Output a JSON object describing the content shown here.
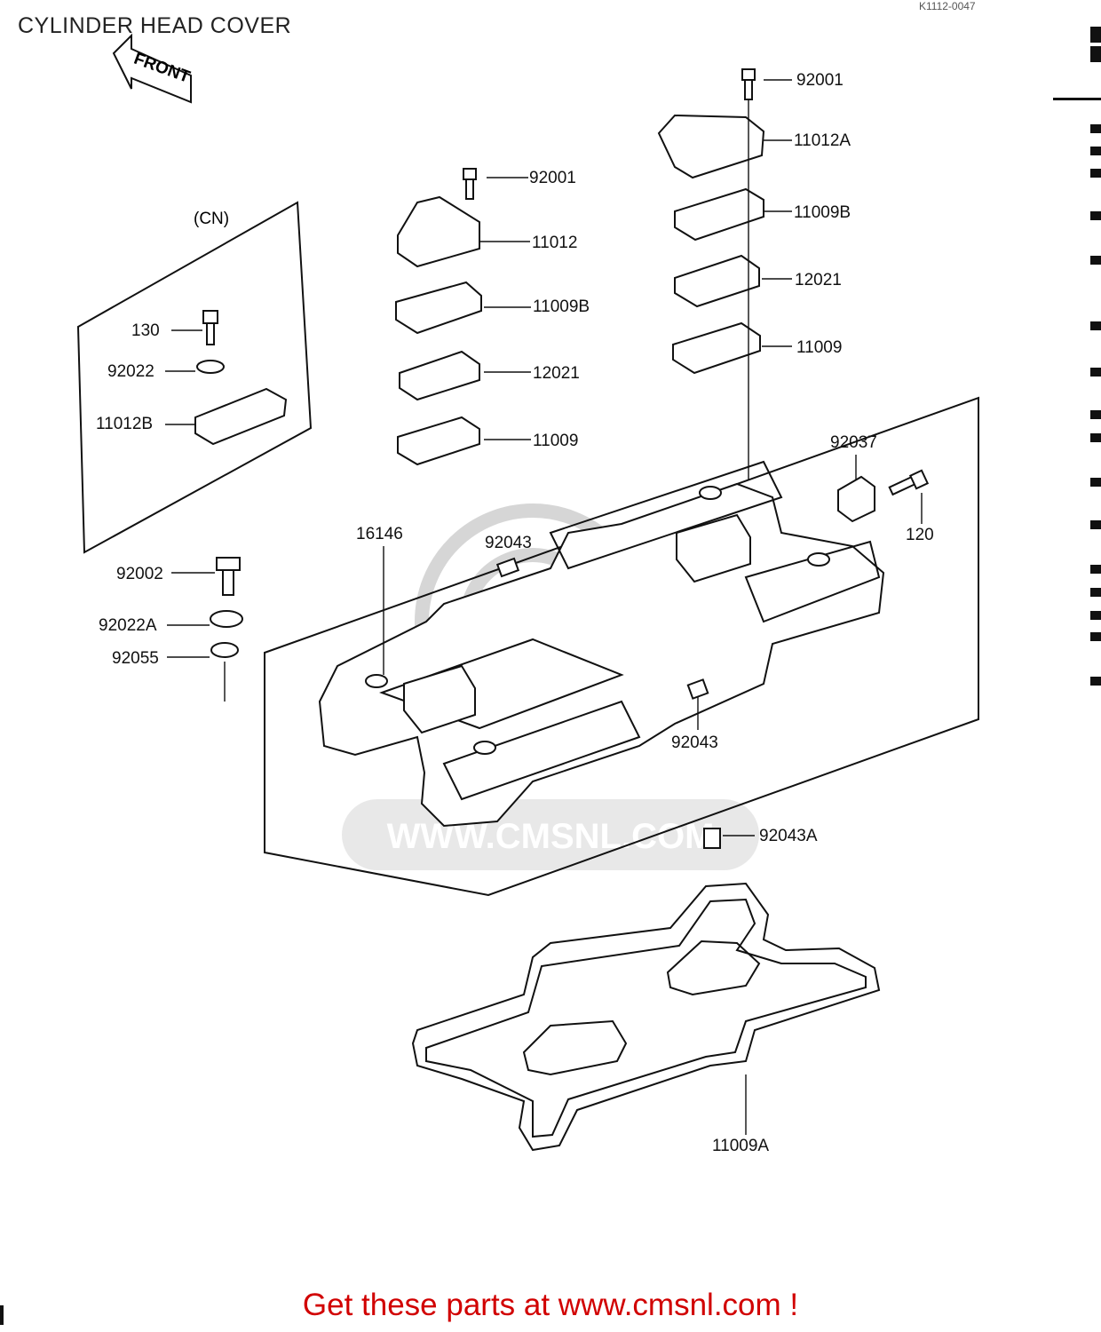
{
  "title": "CYLINDER HEAD COVER",
  "corner_text": "K1112-0047",
  "front_arrow_label": "FRONT",
  "cn_label": "(CN)",
  "watermark": "WWW.CMSNL.COM",
  "footer": "Get these parts at www.cmsnl.com !",
  "callouts": {
    "c92001_top": "92001",
    "c11012A": "11012A",
    "c11009B_right": "11009B",
    "c12021_right": "12021",
    "c11009_right": "11009",
    "c92001_mid": "92001",
    "c11012": "11012",
    "c11009B_left": "11009B",
    "c12021_left": "12021",
    "c11009_left": "11009",
    "c130": "130",
    "c92022": "92022",
    "c11012B": "11012B",
    "c92037": "92037",
    "c120": "120",
    "c16146": "16146",
    "c92043_top": "92043",
    "c92002": "92002",
    "c92022A": "92022A",
    "c92055": "92055",
    "c92043_bottom": "92043",
    "c92043A": "92043A",
    "c11009A": "11009A"
  }
}
